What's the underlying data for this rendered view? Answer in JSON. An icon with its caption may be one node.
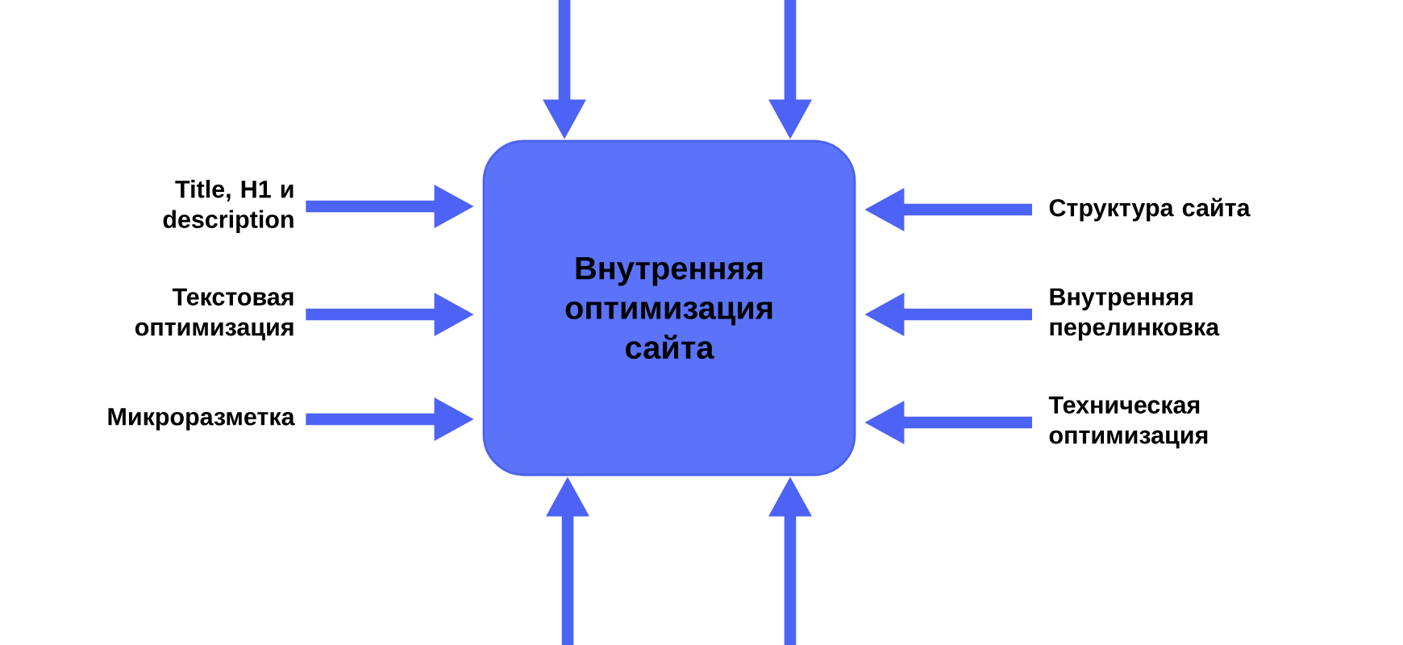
{
  "diagram": {
    "nodes": [
      {
        "text": [
          "Внутренняя оптимизация сайта"
        ]
      },
      {
        "text": [
          "Title, H1 и description"
        ]
      },
      {
        "text": [
          "Текстовая оптимизация"
        ]
      },
      {
        "text": [
          "Микроразметка"
        ]
      },
      {
        "text": [
          "Структура сайта"
        ]
      },
      {
        "text": [
          "Внутренняя перелинковка"
        ]
      },
      {
        "text": [
          "Техническая оптимизация"
        ]
      }
    ],
    "edges": [
      {
        "from": 1,
        "to": 0,
        "arrow": "to"
      },
      {
        "from": 2,
        "to": 0,
        "arrow": "to"
      },
      {
        "from": 3,
        "to": 0,
        "arrow": "to"
      },
      {
        "from": 4,
        "to": 0,
        "arrow": "to"
      },
      {
        "from": 5,
        "to": 0,
        "arrow": "to"
      },
      {
        "from": 6,
        "to": 0,
        "arrow": "to"
      },
      {
        "from": null,
        "to": 0,
        "arrow": "to"
      },
      {
        "from": null,
        "to": 0,
        "arrow": "to"
      },
      {
        "from": null,
        "to": 0,
        "arrow": "to"
      },
      {
        "from": null,
        "to": 0,
        "arrow": "to"
      }
    ]
  }
}
